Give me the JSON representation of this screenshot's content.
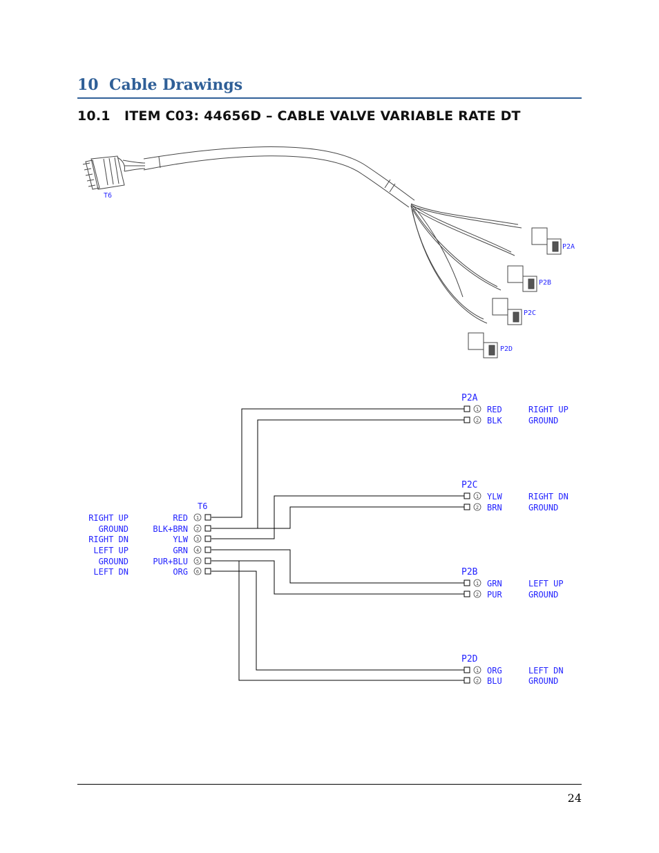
{
  "section": {
    "number": "10",
    "title": "Cable Drawings"
  },
  "subsection": {
    "number": "10.1",
    "title": "ITEM C03: 44656D – CABLE VALVE VARIABLE RATE DT"
  },
  "drawing": {
    "main_connector": "T6",
    "branch_connectors": [
      "P2A",
      "P2B",
      "P2C",
      "P2D"
    ]
  },
  "schematic": {
    "t6": {
      "label": "T6",
      "pins": [
        {
          "num": "1",
          "color": "RED",
          "function": "RIGHT UP"
        },
        {
          "num": "2",
          "color": "BLK+BRN",
          "function": "GROUND"
        },
        {
          "num": "3",
          "color": "YLW",
          "function": "RIGHT DN"
        },
        {
          "num": "4",
          "color": "GRN",
          "function": "LEFT UP"
        },
        {
          "num": "5",
          "color": "PUR+BLU",
          "function": "GROUND"
        },
        {
          "num": "6",
          "color": "ORG",
          "function": "LEFT DN"
        }
      ]
    },
    "connectors": [
      {
        "label": "P2A",
        "pins": [
          {
            "num": "1",
            "color": "RED",
            "function": "RIGHT UP"
          },
          {
            "num": "2",
            "color": "BLK",
            "function": "GROUND"
          }
        ]
      },
      {
        "label": "P2C",
        "pins": [
          {
            "num": "1",
            "color": "YLW",
            "function": "RIGHT DN"
          },
          {
            "num": "2",
            "color": "BRN",
            "function": "GROUND"
          }
        ]
      },
      {
        "label": "P2B",
        "pins": [
          {
            "num": "1",
            "color": "GRN",
            "function": "LEFT UP"
          },
          {
            "num": "2",
            "color": "PUR",
            "function": "GROUND"
          }
        ]
      },
      {
        "label": "P2D",
        "pins": [
          {
            "num": "1",
            "color": "ORG",
            "function": "LEFT DN"
          },
          {
            "num": "2",
            "color": "BLU",
            "function": "GROUND"
          }
        ]
      }
    ]
  },
  "colors": {
    "heading": "#2f5f97",
    "label_blue": "#2323ff",
    "line": "#000000"
  },
  "page_number": "24"
}
